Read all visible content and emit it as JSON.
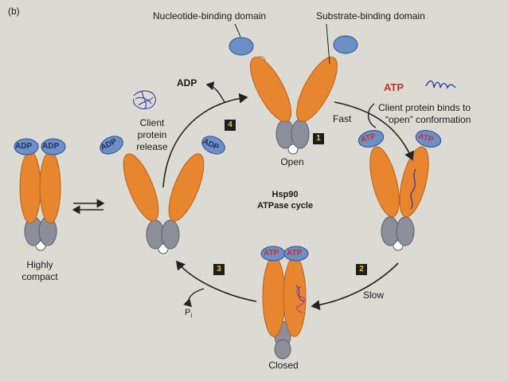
{
  "panel_letter": "(b)",
  "domains": {
    "nucleotide_binding": "Nucleotide-binding domain",
    "substrate_binding": "Substrate-binding domain"
  },
  "cycle_title": {
    "line1": "Hsp90",
    "line2": "ATPase cycle"
  },
  "states": {
    "open": "Open",
    "closed": "Closed",
    "compact_line1": "Highly",
    "compact_line2": "compact"
  },
  "ligands": {
    "adp": "ADP",
    "atp": "ATP",
    "pi": "P",
    "pi_sub": "i"
  },
  "notes": {
    "client_binds_line1": "Client protein binds to",
    "client_binds_line2": "“open” conformation",
    "release_line1": "Client",
    "release_line2": "protein",
    "release_line3": "release"
  },
  "rates": {
    "fast": "Fast",
    "slow": "Slow"
  },
  "steps": {
    "s1": "1",
    "s2": "2",
    "s3": "3",
    "s4": "4"
  },
  "colors": {
    "arm": "#e8862f",
    "arm_stroke": "#b9601a",
    "base": "#8c8f99",
    "base_stroke": "#5b5e68",
    "cap": "#6d8fc7",
    "cap_stroke": "#2e4f8c",
    "atp_text": "#c2342e",
    "scribble": "#2d2fa8"
  }
}
